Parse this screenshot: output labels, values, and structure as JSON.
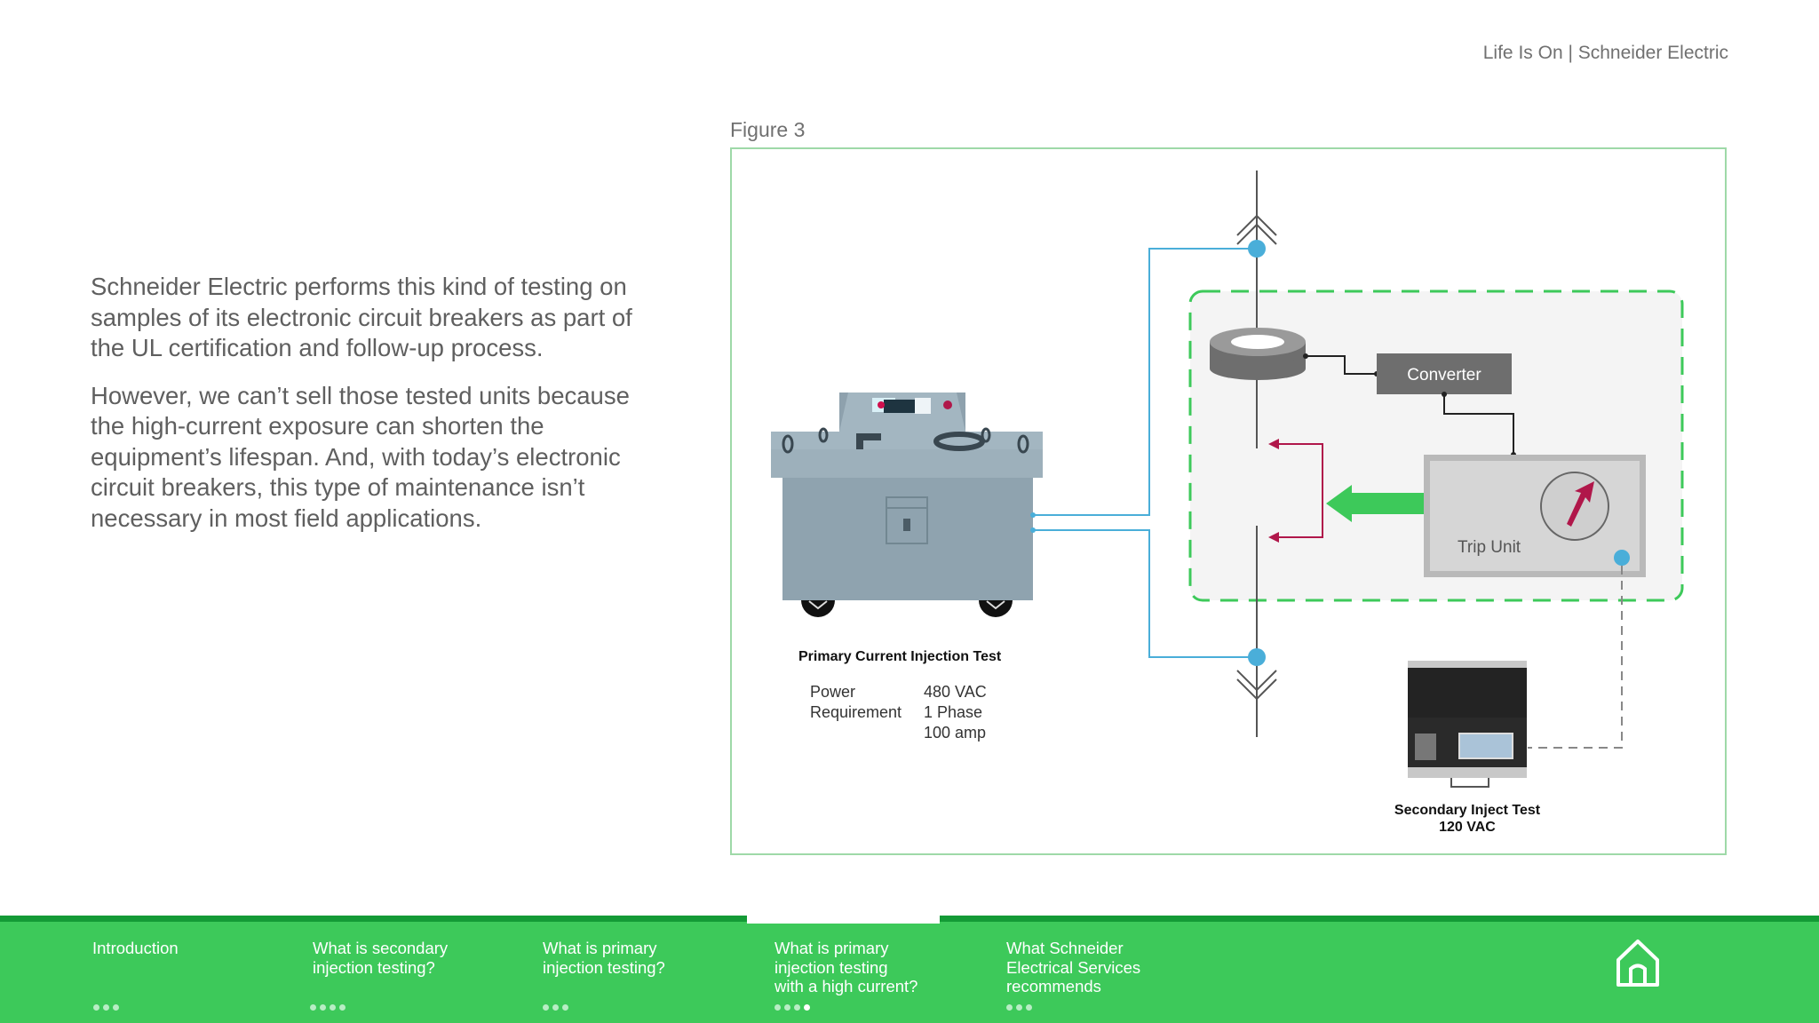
{
  "header": {
    "brand": "Life Is On | Schneider Electric"
  },
  "body": {
    "paragraphs": [
      "Schneider Electric performs this kind of testing on samples of its electronic circuit breakers as part of the UL certification and follow-up process.",
      "However, we can’t sell those tested units because the high-current exposure can shorten the equipment’s lifespan. And, with today’s electronic circuit breakers, this type of maintenance isn’t necessary in most field applications."
    ]
  },
  "figure": {
    "label": "Figure 3",
    "converter_label": "Converter",
    "trip_unit_label": "Trip Unit",
    "primary_title": "Primary Current Injection Test",
    "power_label_1": "Power",
    "power_label_2": "Requirement",
    "power_values": [
      "480 VAC",
      "1 Phase",
      "100 amp"
    ],
    "secondary_title": "Secondary Inject Test",
    "secondary_voltage": "120 VAC"
  },
  "footer": {
    "nav": [
      {
        "label": "Introduction",
        "dots": 3,
        "active_dot": -1
      },
      {
        "label": "What is secondary\ninjection testing?",
        "dots": 4,
        "active_dot": -1
      },
      {
        "label": "What is primary\ninjection testing?",
        "dots": 3,
        "active_dot": -1
      },
      {
        "label": "What is primary\ninjection testing\nwith a high current?",
        "dots": 4,
        "active_dot": 3
      },
      {
        "label": "What Schneider\nElectrical Services\nrecommends",
        "dots": 3,
        "active_dot": -1
      }
    ],
    "home_icon": "home-icon"
  },
  "colors": {
    "accent": "#3dc95a",
    "accent_dark": "#149a36",
    "wire_blue": "#4aaed9",
    "arrow_red": "#b0174a",
    "machine_gray": "#8fa3af"
  }
}
